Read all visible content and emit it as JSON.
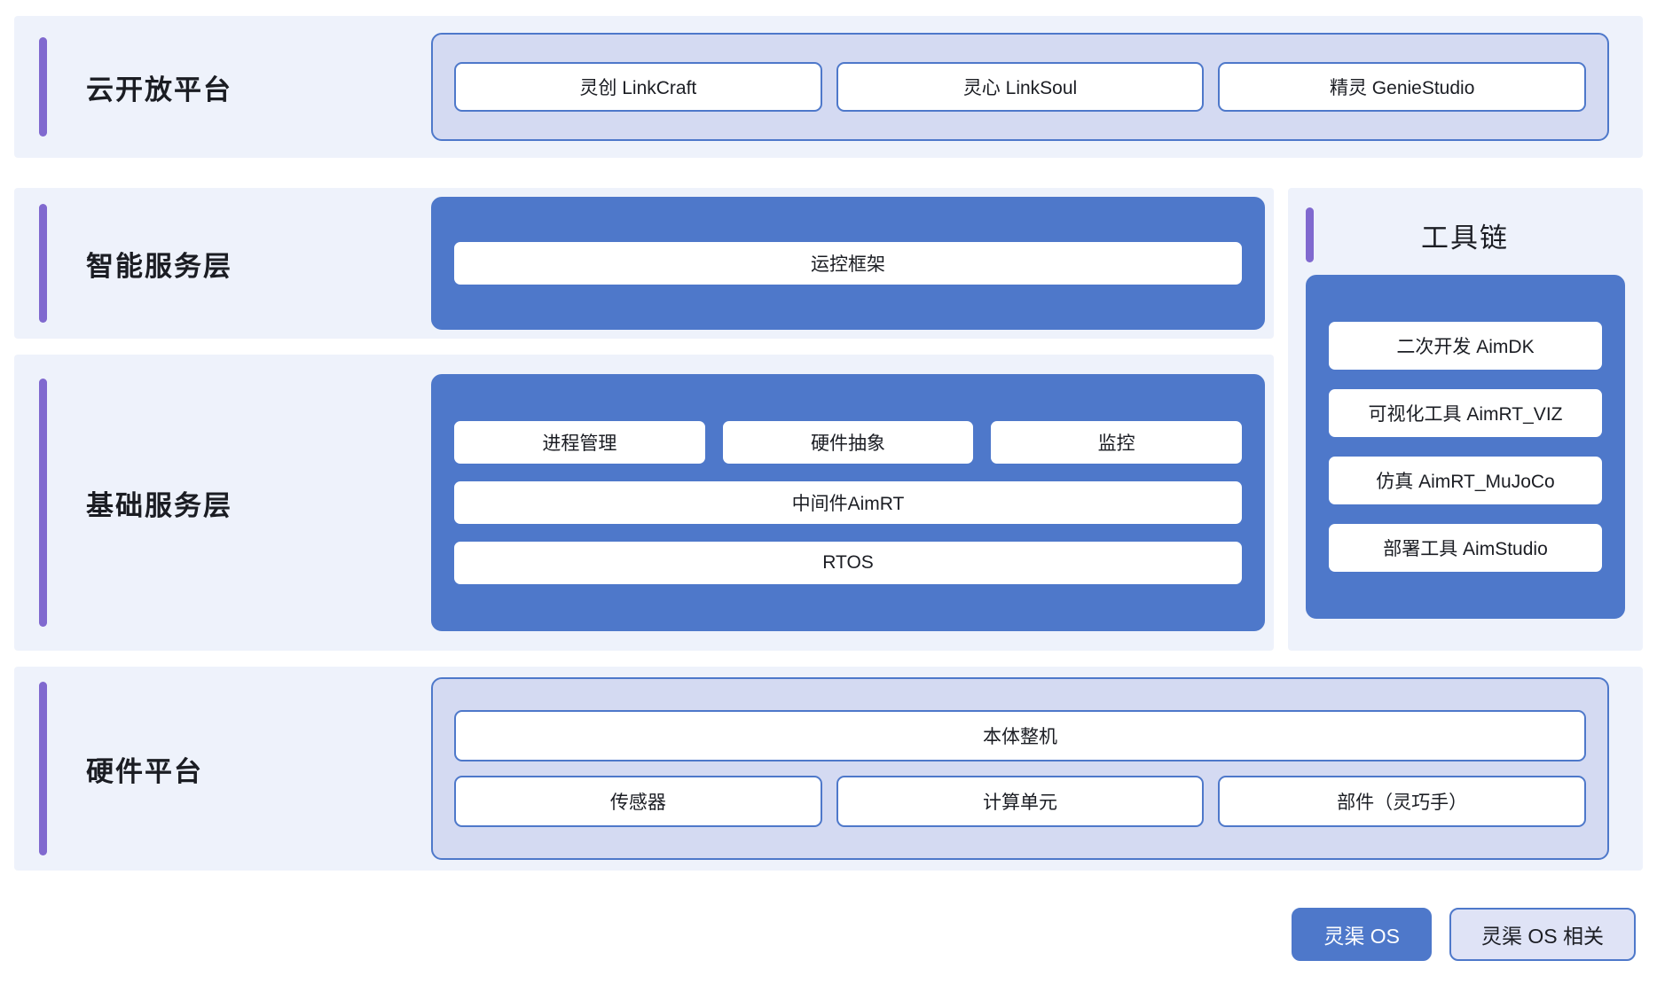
{
  "rows": {
    "cloud": {
      "title": "云开放平台",
      "items": [
        "灵创 LinkCraft",
        "灵心 LinkSoul",
        "精灵 GenieStudio"
      ]
    },
    "intelligent": {
      "title": "智能服务层",
      "items": [
        "运控框架"
      ]
    },
    "basic": {
      "title": "基础服务层",
      "top_items": [
        "进程管理",
        "硬件抽象",
        "监控"
      ],
      "middleware": "中间件AimRT",
      "rtos": "RTOS"
    },
    "hardware": {
      "title": "硬件平台",
      "main": "本体整机",
      "items": [
        "传感器",
        "计算单元",
        "部件（灵巧手）"
      ]
    }
  },
  "toolchain": {
    "title": "工具链",
    "items": [
      "二次开发 AimDK",
      "可视化工具 AimRT_VIZ",
      "仿真 AimRT_MuJoCo",
      "部署工具 AimStudio"
    ]
  },
  "legend": {
    "solid_label": "灵渠 OS",
    "light_label": "灵渠 OS 相关"
  },
  "colors": {
    "accent_purple": "#8069cf",
    "brand_blue": "#4e78ca",
    "panel_lavender": "#d4daf2",
    "band_background": "#eef2fb",
    "legend_light": "#dfe3f6",
    "text": "#1b1d23"
  }
}
